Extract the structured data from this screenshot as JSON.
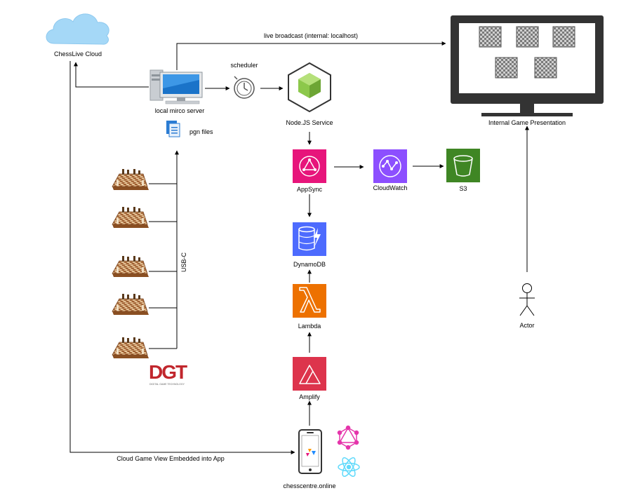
{
  "labels": {
    "cloud": "ChessLive Cloud",
    "server": "local mirco server",
    "pgn": "pgn files",
    "scheduler": "scheduler",
    "node": "Node.JS Service",
    "appsync": "AppSync",
    "cloudwatch": "CloudWatch",
    "s3": "S3",
    "dynamodb": "DynamoDB",
    "lambda": "Lambda",
    "amplify": "Amplify",
    "app": "chesscentre.online",
    "presentation": "Internal Game Presentation",
    "actor": "Actor",
    "broadcast": "live broadcast (internal: localhost)",
    "cloudview": "Cloud Game View Embedded into App",
    "usbc": "USB-C",
    "dgt_logo": "DGT",
    "dgt_tagline": "DIGITAL GAME TECHNOLOGY"
  },
  "colors": {
    "appsync": "#e7157b",
    "cloudwatch": "#8c4fff",
    "s3": "#3f8624",
    "dynamodb": "#4d6bfe",
    "lambda": "#ed7100",
    "amplify": "#dd344c",
    "graphql": "#e535ab",
    "react": "#61dafb",
    "monitor": "#333333",
    "cloud": "#a5d8f7",
    "node": "#8cc84b"
  },
  "icons": [
    "cloud-icon",
    "server-icon",
    "pgn-files-icon",
    "scheduler-icon",
    "nodejs-icon",
    "appsync-icon",
    "cloudwatch-icon",
    "s3-icon",
    "dynamodb-icon",
    "lambda-icon",
    "amplify-icon",
    "mobile-app-icon",
    "graphql-icon",
    "react-icon",
    "monitor-icon",
    "actor-icon",
    "chessboard-icon",
    "dgt-logo"
  ]
}
